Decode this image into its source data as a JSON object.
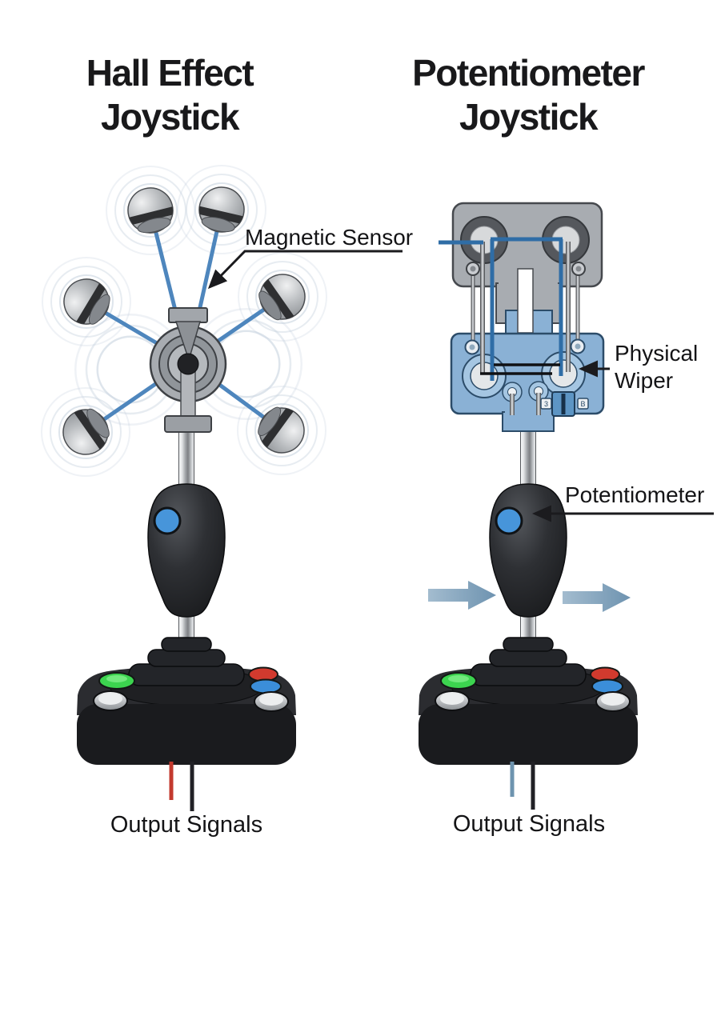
{
  "left_diagram": {
    "title_line1": "Hall Effect",
    "title_line2": "Joystick",
    "magnetic_sensor_label": "Magnetic Sensor",
    "output_signals_label": "Output Signals",
    "magnet_count": 6,
    "wire_colors": [
      "red",
      "black"
    ]
  },
  "right_diagram": {
    "title_line1": "Potentiometer",
    "title_line2": "Joystick",
    "physical_wiper_line1": "Physical",
    "physical_wiper_line2": "Wiper",
    "potentiometer_label": "Potentiometer",
    "output_signals_label": "Output Signals",
    "trimmer_terminal_left": "3",
    "trimmer_terminal_right": "B",
    "wire_colors": [
      "blue-gray",
      "black"
    ],
    "movement_arrow_direction": "right"
  },
  "shared": {
    "base_button_colors": [
      "green",
      "silver",
      "red",
      "blue",
      "silver"
    ],
    "grip_dot_color": "#4795da"
  },
  "colors": {
    "background": "#ffffff",
    "title_text": "#19191b",
    "label_text": "#141416",
    "field_line_blue": "#4e86bd",
    "wire_blue": "#2f6da6",
    "plate_gray": "#a8acb1",
    "plate_blue": "#8ab1d5",
    "ring_dark": "#55585d",
    "arrow_steel_blue": "#7e9eba",
    "joystick_black": "#202124",
    "button_green": "#3cd44f",
    "button_red": "#d13a2e",
    "button_blue": "#3b8ed9",
    "wire_red": "#c33a2e",
    "wire_black": "#212126",
    "wire_blue_gray": "#6e94af"
  }
}
